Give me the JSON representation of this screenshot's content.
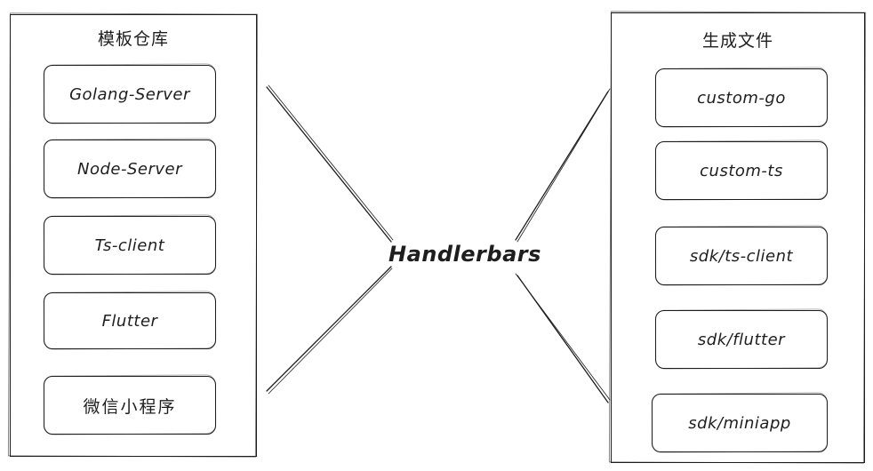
{
  "template_repo": {
    "title": "模板仓库",
    "items": [
      "Golang-Server",
      "Node-Server",
      "Ts-client",
      "Flutter",
      "微信小程序"
    ]
  },
  "generated_files": {
    "title": "生成文件",
    "items": [
      "custom-go",
      "custom-ts",
      "sdk/ts-client",
      "sdk/flutter",
      "sdk/miniapp"
    ]
  },
  "engine": {
    "label": "Handlerbars"
  },
  "colors": {
    "stroke": "#1e1e1e",
    "background": "#ffffff"
  }
}
